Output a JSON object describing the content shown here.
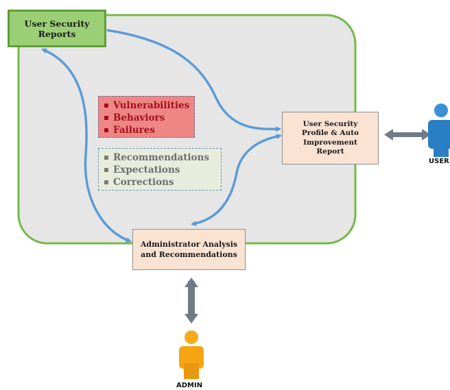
{
  "boxes": {
    "reports": {
      "line1": "User Security",
      "line2": "Reports"
    },
    "profile": {
      "line1": "User Security",
      "line2": "Profile & Auto",
      "line3": "Improvement",
      "line4": "Report"
    },
    "admin": {
      "line1": "Administrator Analysis",
      "line2": "and Recommendations"
    }
  },
  "issues_list": [
    "Vulnerabilities",
    "Behaviors",
    "Failures"
  ],
  "guidance_list": [
    "Recommendations",
    "Expectations",
    "Corrections"
  ],
  "actors": {
    "user": "USER",
    "admin": "ADMIN"
  },
  "colors": {
    "container_fill": "#e6e6e6",
    "container_border": "#76b84a",
    "flow_arrow": "#5b9bd5",
    "actor_arrow": "#6f7b86",
    "user_figure": "#3b8fd4",
    "admin_figure": "#f5a512"
  }
}
